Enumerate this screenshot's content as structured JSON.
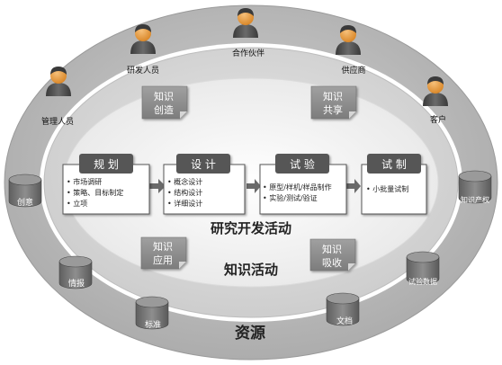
{
  "rings": {
    "outer_label": "资源",
    "middle_label": "知识活动",
    "inner_label": "研究开发活动"
  },
  "people": [
    {
      "label": "管理人员"
    },
    {
      "label": "研发人员"
    },
    {
      "label": "合作伙伴"
    },
    {
      "label": "供应商"
    },
    {
      "label": "客户"
    }
  ],
  "resources": [
    {
      "label": "创意"
    },
    {
      "label": "情报"
    },
    {
      "label": "标准"
    },
    {
      "label": "文档"
    },
    {
      "label": "试验数据"
    },
    {
      "label": "知识产权"
    }
  ],
  "knowledge_notes": [
    {
      "line1": "知识",
      "line2": "创造"
    },
    {
      "line1": "知识",
      "line2": "共享"
    },
    {
      "line1": "知识",
      "line2": "应用"
    },
    {
      "line1": "知识",
      "line2": "吸收"
    }
  ],
  "stages": [
    {
      "title": "规 划",
      "items": [
        "• 市场调研",
        "• 策略、目标制定",
        "• 立项"
      ]
    },
    {
      "title": "设 计",
      "items": [
        "• 概念设计",
        "• 结构设计",
        "• 详细设计"
      ]
    },
    {
      "title": "试 验",
      "items": [
        "• 原型/样机/样品制作",
        "• 实验/测试/验证"
      ]
    },
    {
      "title": "试 制",
      "items": [
        "• 小批量试制"
      ]
    }
  ],
  "colors": {
    "outer_ring": "#b4b4b4",
    "middle_ring": "#d2d2d2",
    "inner_ring": "#ededed",
    "stage_header": "#5a5a5a",
    "note_fill": "#8c8c8c",
    "person_body": "#4f4f4f",
    "person_head": "#e2973b",
    "cylinder": "#777777"
  }
}
